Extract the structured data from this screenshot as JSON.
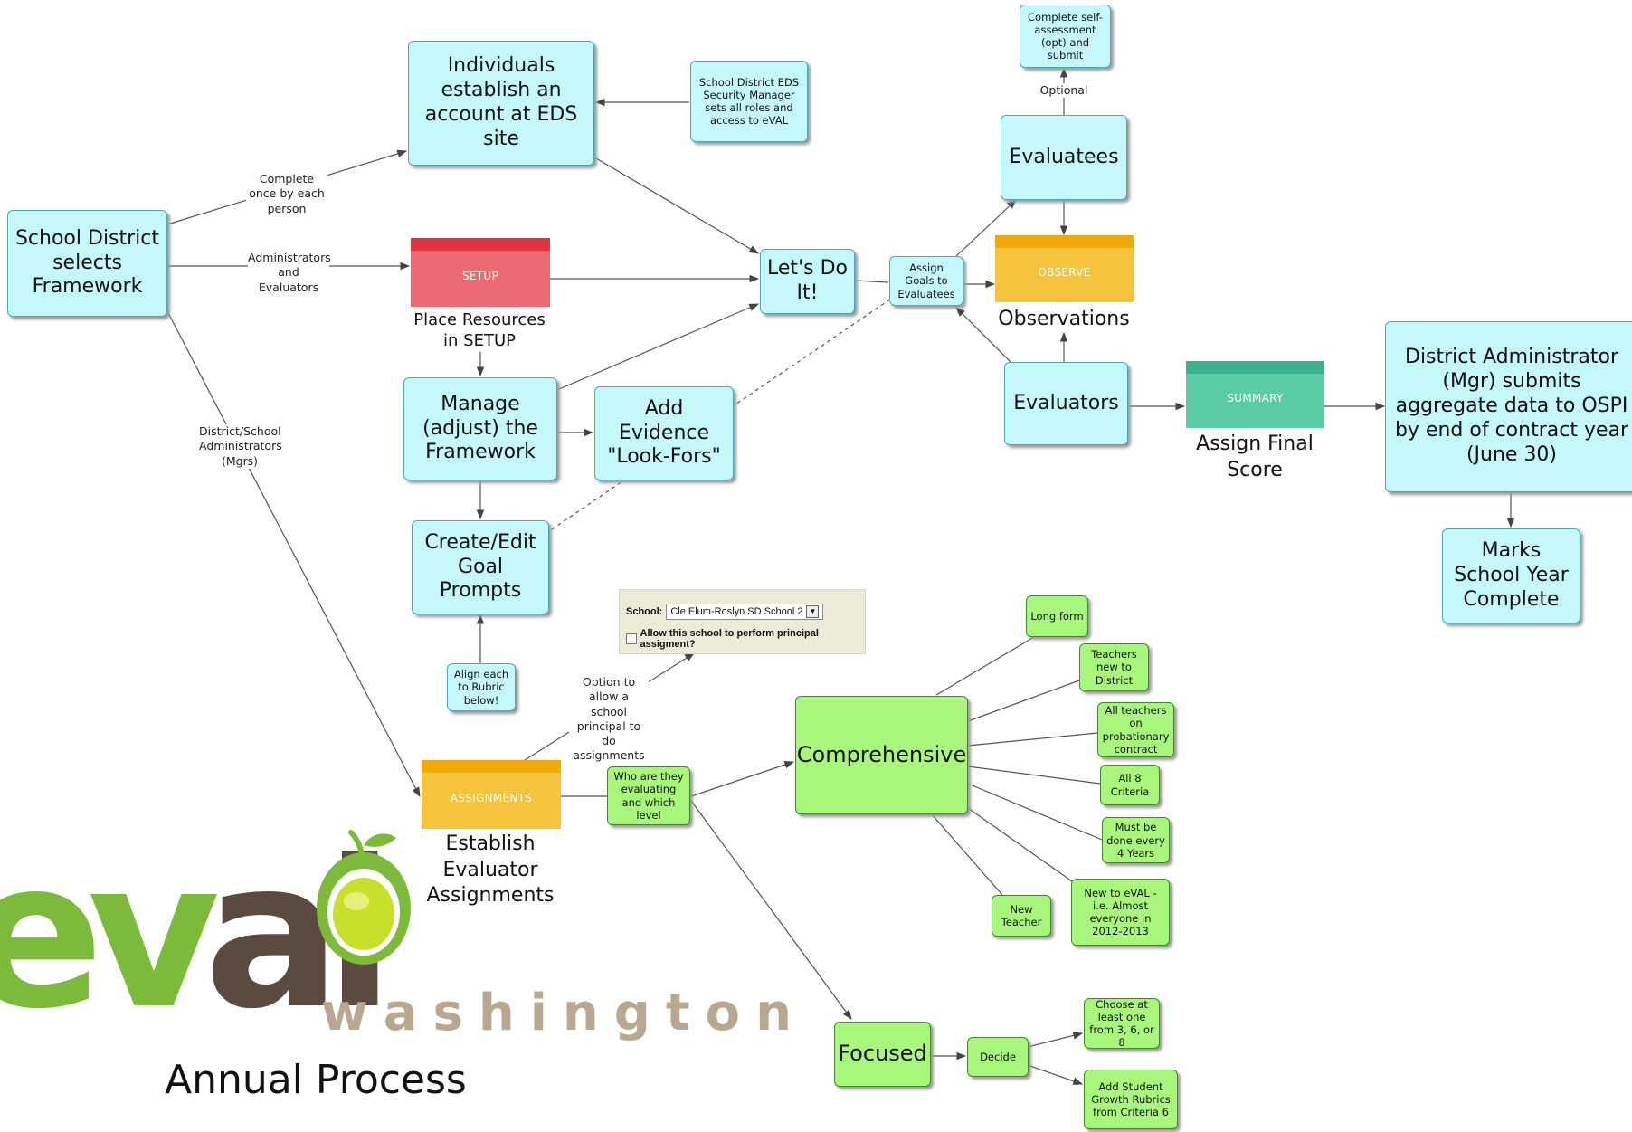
{
  "colors": {
    "node_cyan": "#c5f8fb",
    "node_green": "#a8f77c",
    "setup": "#ec6a72",
    "setup_bar": "#e0323f",
    "observe": "#f6c43c",
    "observe_bar": "#f0a905",
    "summary": "#5ccba8",
    "summary_bar": "#37b48e",
    "assignments": "#f6c43c",
    "assignments_bar": "#f0a905",
    "logo_green": "#7cba3a",
    "logo_brown": "#5a4a3f",
    "washington": "#b8a890"
  },
  "nodes": {
    "school_district": "School District selects Framework",
    "individuals": "Individuals establish an account at EDS site",
    "security_manager": "School District  EDS Security Manager sets all roles and access to eVAL",
    "lets_do_it": "Let's Do It!",
    "manage_framework": "Manage (adjust) the Framework",
    "add_evidence": "Add Evidence \"Look-Fors\"",
    "create_goal": "Create/Edit Goal Prompts",
    "align_rubric": "Align each to Rubric below!",
    "assign_goals": "Assign Goals to Evaluatees",
    "evaluatees": "Evaluatees",
    "self_assessment": "Complete self-assessment (opt) and submit",
    "evaluators": "Evaluators",
    "district_admin": "District Administrator (Mgr) submits aggregate data to OSPI by end of contract year (June 30)",
    "marks_complete": "Marks School Year Complete",
    "who_evaluating": "Who are they evaluating and which level",
    "comprehensive": "Comprehensive",
    "focused": "Focused",
    "decide": "Decide",
    "long_form": "Long form",
    "teachers_new": "Teachers new to District",
    "probationary": "All teachers on probationary contract",
    "all8": "All 8 Criteria",
    "every4": "Must be done every 4 Years",
    "new_to_eval": "New to  eVAL - i.e. Almost everyone in 2012-2013",
    "new_teacher": "New Teacher",
    "choose_one": "Choose at least one from 3, 6, or 8",
    "add_student": "Add Student Growth Rubrics from Criteria 6"
  },
  "headers": {
    "setup": "SETUP",
    "observe": "OBSERVE",
    "summary": "SUMMARY",
    "assignments": "ASSIGNMENTS"
  },
  "captions": {
    "setup": "Place Resources in SETUP",
    "observe": "Observations",
    "summary": "Assign Final Score",
    "assignments": "Establish Evaluator Assignments"
  },
  "edge_labels": {
    "complete_once": "Complete once by each person",
    "admins_evaluators": "Administrators and Evaluators",
    "district_admins": "District/School Administrators (Mgrs)",
    "optional": "Optional",
    "option_principal": "Option to allow a school principal to do assignments"
  },
  "school_panel": {
    "school_label": "School:",
    "school_value": "Cle Elum-Roslyn SD School 2",
    "checkbox_label": "Allow this school to perform principal assigment?"
  },
  "logo": {
    "wordmark_green": "ev",
    "wordmark_brown": "al",
    "subtitle": "washington"
  },
  "title": "Annual Process"
}
